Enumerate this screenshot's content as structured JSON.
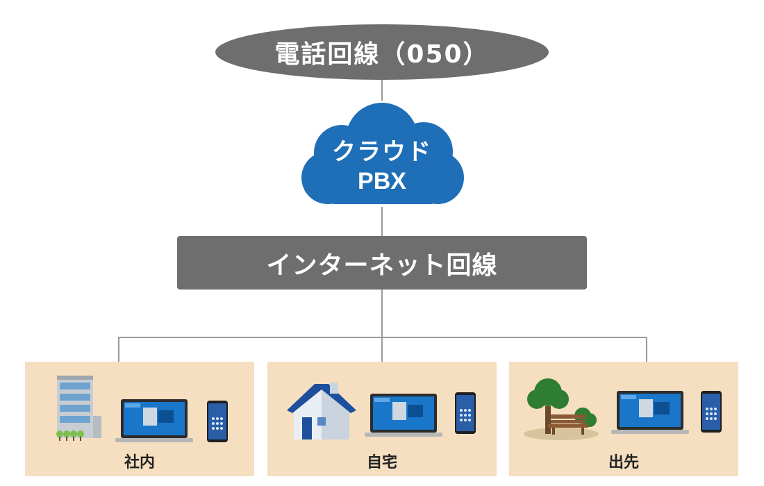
{
  "phone_line": {
    "label": "電話回線（050）"
  },
  "cloud_pbx": {
    "line1": "クラウド",
    "line2": "PBX"
  },
  "internet": {
    "label": "インターネット回線"
  },
  "locations": [
    {
      "label": "社内",
      "icon": "office-building-icon"
    },
    {
      "label": "自宅",
      "icon": "house-icon"
    },
    {
      "label": "出先",
      "icon": "park-bench-tree-icon"
    }
  ],
  "devices": [
    "laptop-icon",
    "smartphone-icon"
  ],
  "colors": {
    "node_gray": "#6e6e6e",
    "cloud_blue": "#1e6fb8",
    "panel_beige": "#f5dfc0",
    "connector": "#9a9a9a"
  }
}
